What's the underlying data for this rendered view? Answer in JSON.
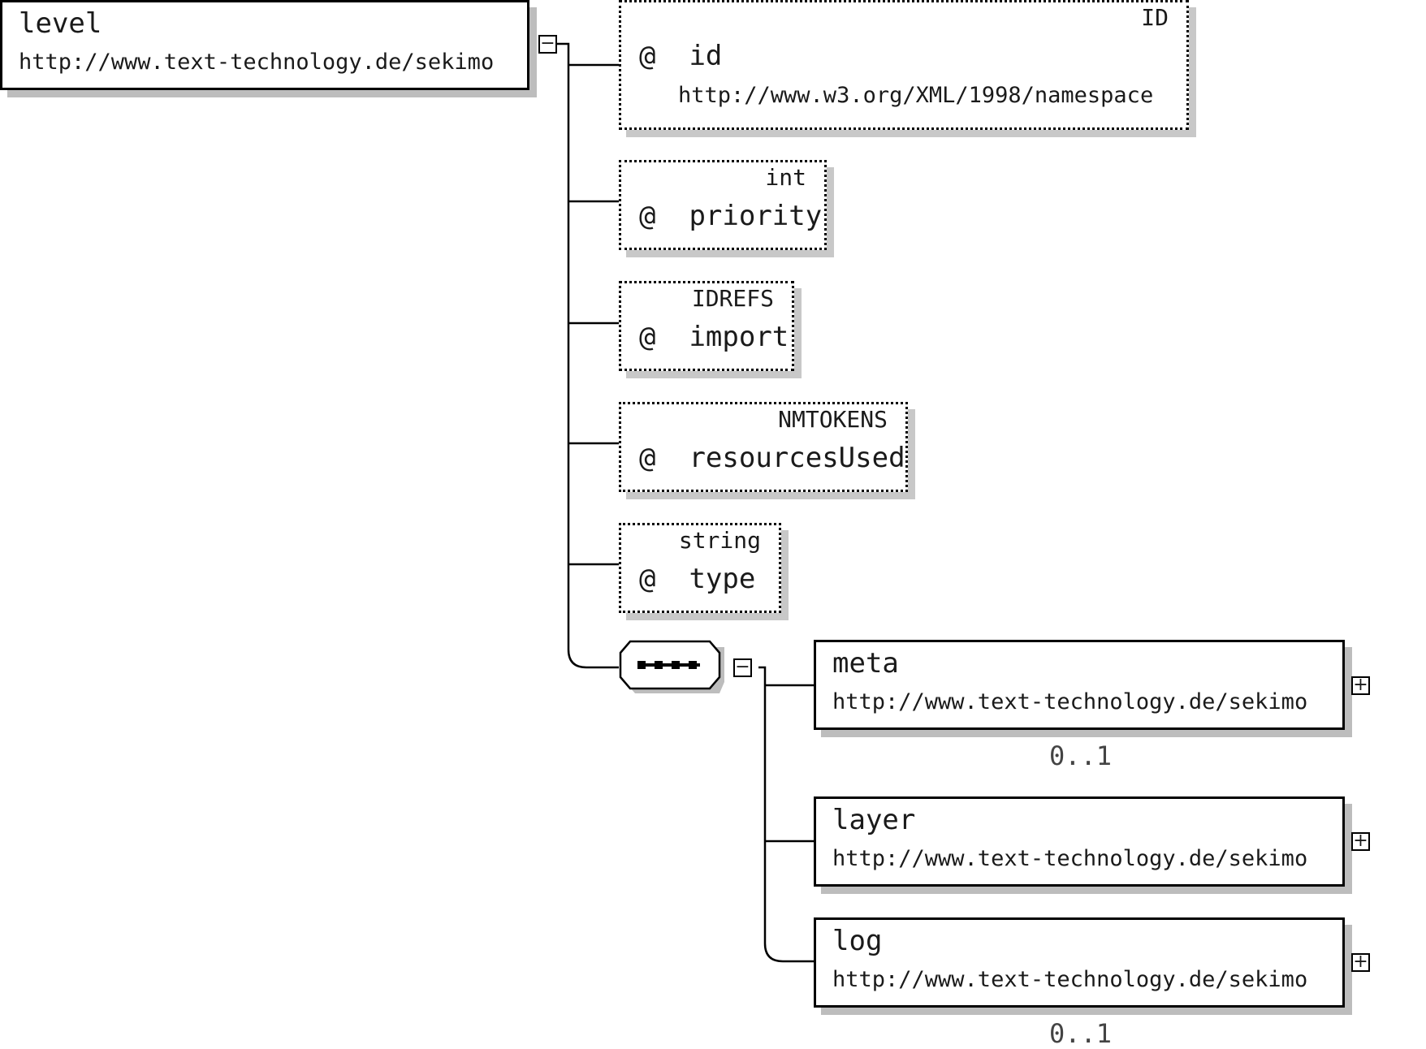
{
  "root": {
    "name": "level",
    "namespace": "http://www.text-technology.de/sekimo",
    "toggle": "−"
  },
  "attributes": [
    {
      "name": "id",
      "type": "ID",
      "namespace": "http://www.w3.org/XML/1998/namespace"
    },
    {
      "name": "priority",
      "type": "int"
    },
    {
      "name": "import",
      "type": "IDREFS"
    },
    {
      "name": "resourcesUsed",
      "type": "NMTOKENS"
    },
    {
      "name": "type",
      "type": "string"
    }
  ],
  "attribute_marker": "@",
  "sequence": {
    "toggle": "−"
  },
  "children": [
    {
      "name": "meta",
      "namespace": "http://www.text-technology.de/sekimo",
      "cardinality": "0..1",
      "toggle": "+"
    },
    {
      "name": "layer",
      "namespace": "http://www.text-technology.de/sekimo",
      "toggle": "+"
    },
    {
      "name": "log",
      "namespace": "http://www.text-technology.de/sekimo",
      "cardinality": "0..1",
      "toggle": "+"
    }
  ]
}
